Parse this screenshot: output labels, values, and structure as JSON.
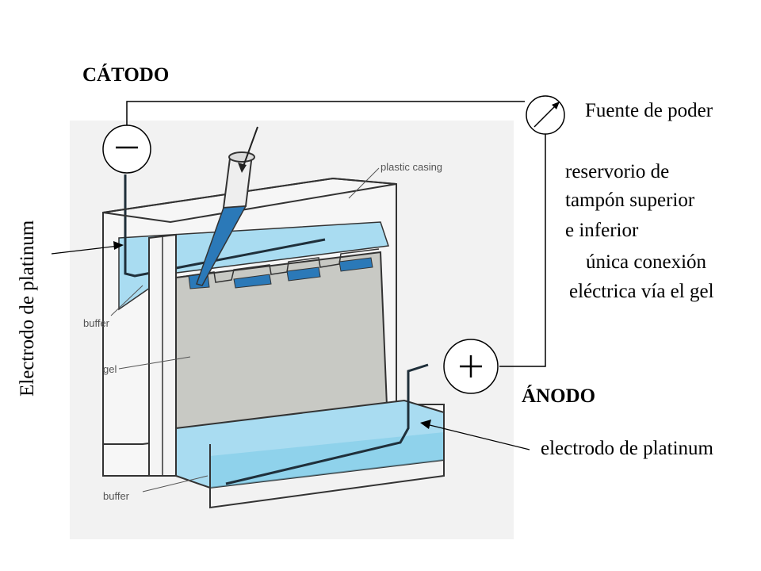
{
  "labels": {
    "cathode": "CÁTODO",
    "anode": "ÁNODO",
    "power_source": "Fuente de poder",
    "reservoir": [
      "reservorio de",
      "tampón superior",
      "e inferior",
      "única conexión",
      "eléctrica vía el gel"
    ],
    "electrode_left": "Electrodo de platinum",
    "electrode_right": "electrodo de platinum",
    "minus_sign": "−",
    "plus_sign": "+"
  },
  "figure_labels": {
    "plastic_casing": "plastic casing",
    "buffer_top": "buffer",
    "gel": "gel",
    "buffer_bottom": "buffer"
  },
  "colors": {
    "buffer_blue": "#a9dcf1",
    "buffer_deep": "#7fcbe8",
    "gel_gray": "#c8c9c4",
    "well_blue": "#2b79b8",
    "casing_white": "#f4f4f4",
    "background_panel": "#f2f2f2"
  }
}
